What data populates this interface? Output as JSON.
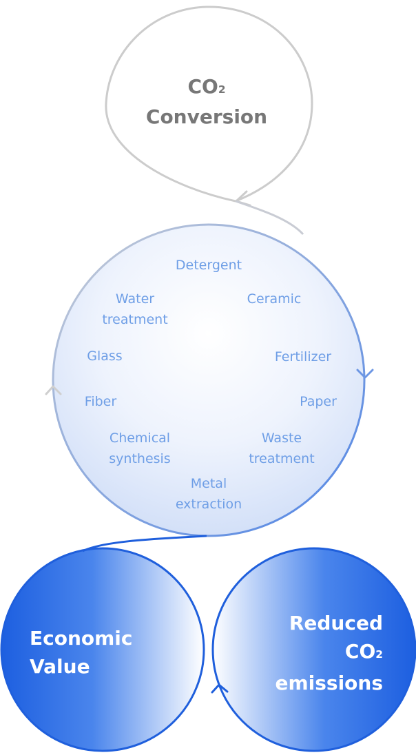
{
  "top_node": {
    "line1": "CO",
    "sub": "2",
    "line2": "Conversion"
  },
  "applications": [
    "Detergent",
    "Ceramic",
    "Fertilizer",
    "Paper",
    "Waste treatment",
    "Metal extraction",
    "Chemical synthesis",
    "Fiber",
    "Glass",
    "Water treatment"
  ],
  "bottom_left": {
    "line1": "Economic",
    "line2": "Value"
  },
  "bottom_right": {
    "line1": "Reduced",
    "line2": "CO",
    "sub": "2",
    "line3": "emissions"
  },
  "colors": {
    "grey": "#c8c8c8",
    "accent": "#2d6be0",
    "label": "#6e9ee6",
    "title": "#777777"
  }
}
